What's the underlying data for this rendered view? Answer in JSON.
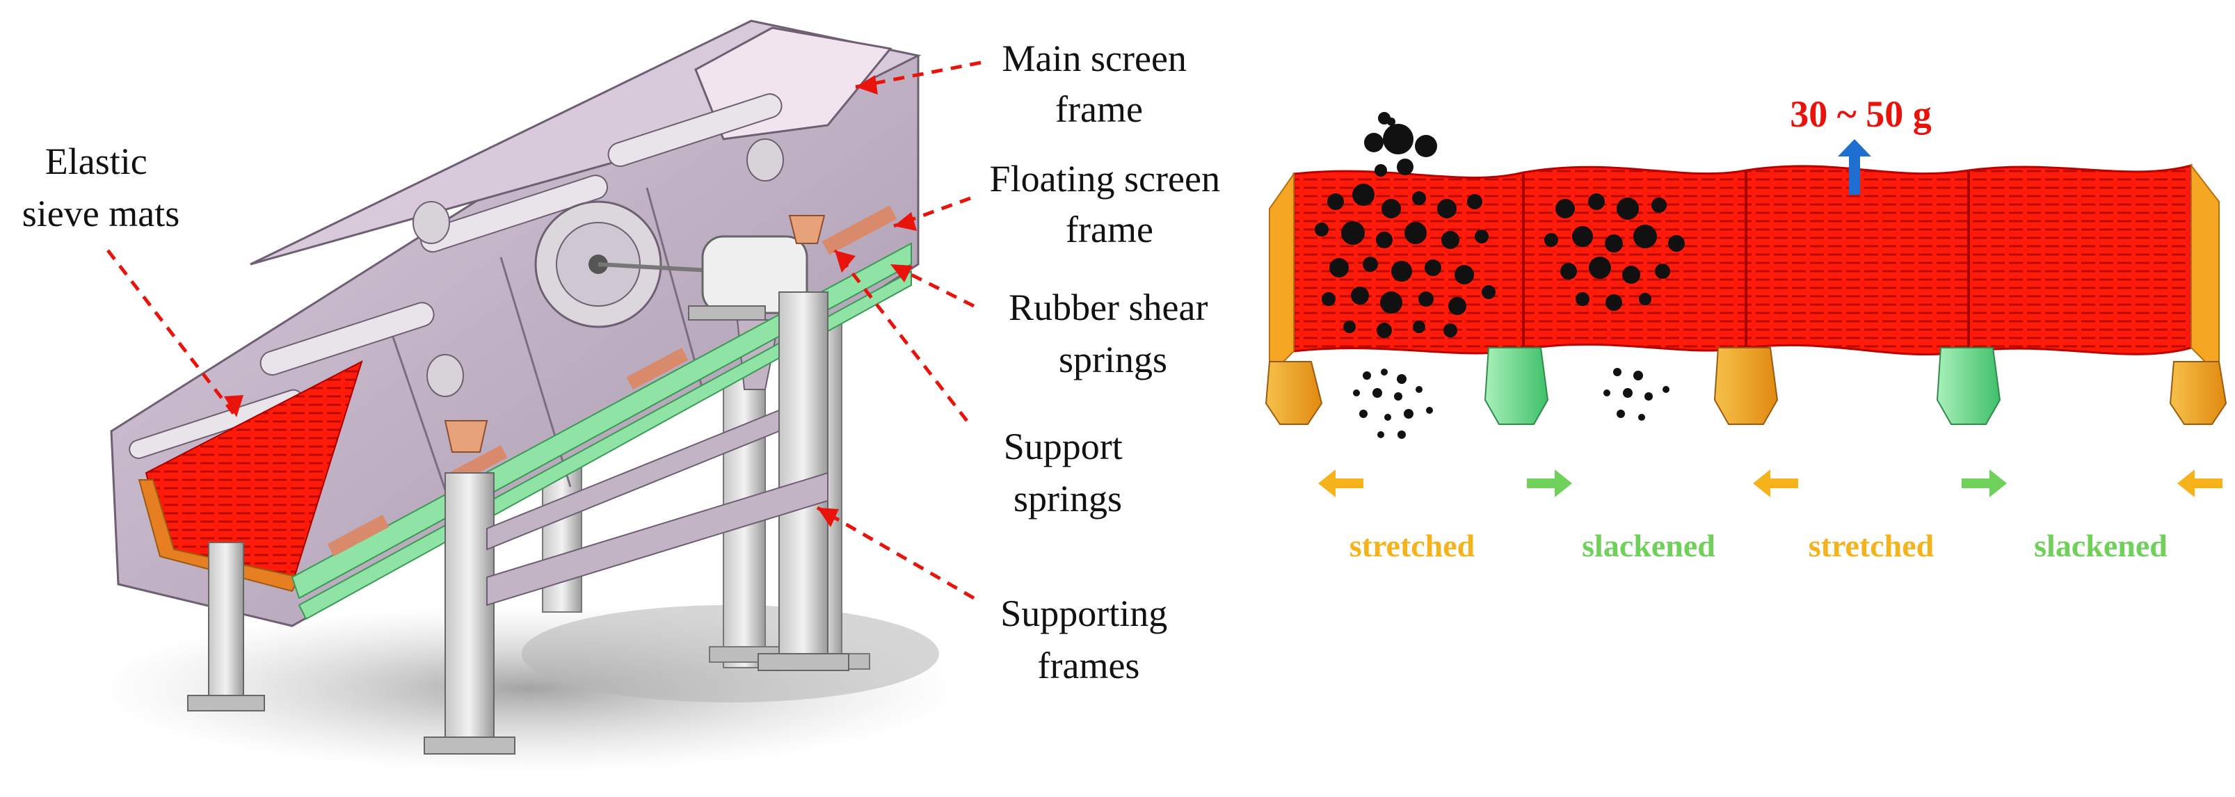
{
  "labels": {
    "elastic_mats": [
      "Elastic",
      "sieve mats"
    ],
    "main_frame": [
      "Main screen",
      "frame"
    ],
    "floating_frame": [
      "Floating screen",
      "frame"
    ],
    "rubber_springs": [
      "Rubber shear",
      "springs"
    ],
    "support_springs": [
      "Support",
      "springs"
    ],
    "supporting_frames": [
      "Supporting",
      "frames"
    ]
  },
  "acceleration": "30 ~ 50 g",
  "states": [
    "stretched",
    "slackened",
    "stretched",
    "slackened"
  ],
  "colors": {
    "mat_red": "#ff1a0a",
    "frame_lilac": "#c9b7cc",
    "spring_green": "#7fe09a",
    "spring_orange": "#f0a020",
    "stretched": "#f5b21a",
    "slackened": "#6fd05a",
    "accel_text": "#e8140c",
    "accel_arrow": "#1f6fd0",
    "leader_line": "#e8140c"
  }
}
